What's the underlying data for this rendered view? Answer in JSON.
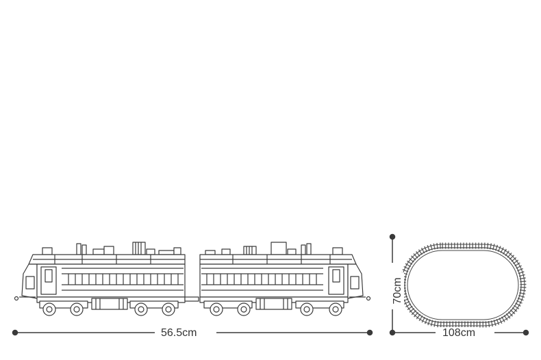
{
  "dimensions": {
    "train_length": "56.5cm",
    "track_height": "70cm",
    "track_width": "108cm"
  },
  "colors": {
    "line": "#3a3a3a",
    "fill": "#ffffff",
    "text": "#333333"
  },
  "icons": {
    "train": "two-car-locomotive-line-drawing",
    "track": "oval-train-track",
    "dimension_marker": "filled-dot"
  }
}
